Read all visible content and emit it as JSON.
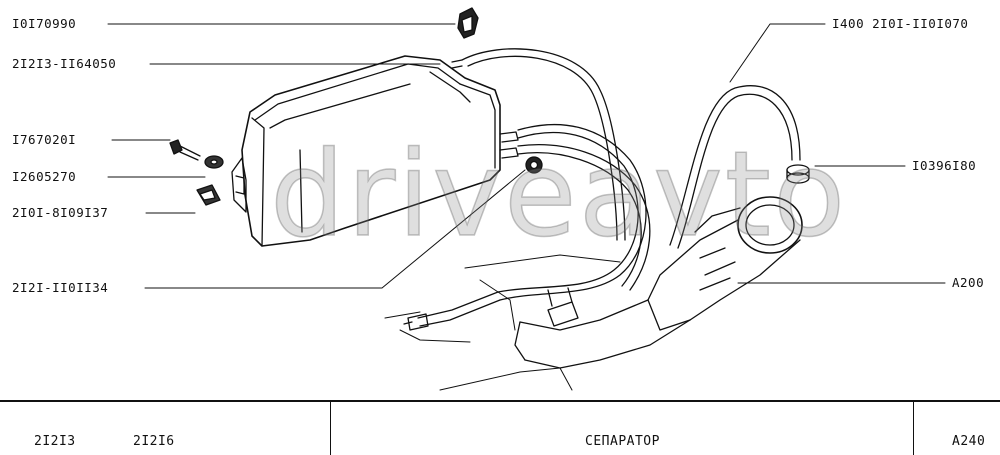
{
  "labels": {
    "part_10170990": "I0I70990",
    "part_21213_1164050": "2I2I3-II64050",
    "part_1767020": "I767020I",
    "part_12605270": "I2605270",
    "part_2101_8109137": "2I0I-8I09I37",
    "part_2121_110134": "2I2I-II0II34",
    "part_1400_2101": "I400 2I0I-II0I070",
    "part_1039618": "I0396I80",
    "part_A200": "A200"
  },
  "footer": {
    "model_1": "2I2I3",
    "model_2": "2I2I6",
    "title": "СЕПАРАТОР",
    "code": "A240"
  },
  "watermark": "driveavto"
}
